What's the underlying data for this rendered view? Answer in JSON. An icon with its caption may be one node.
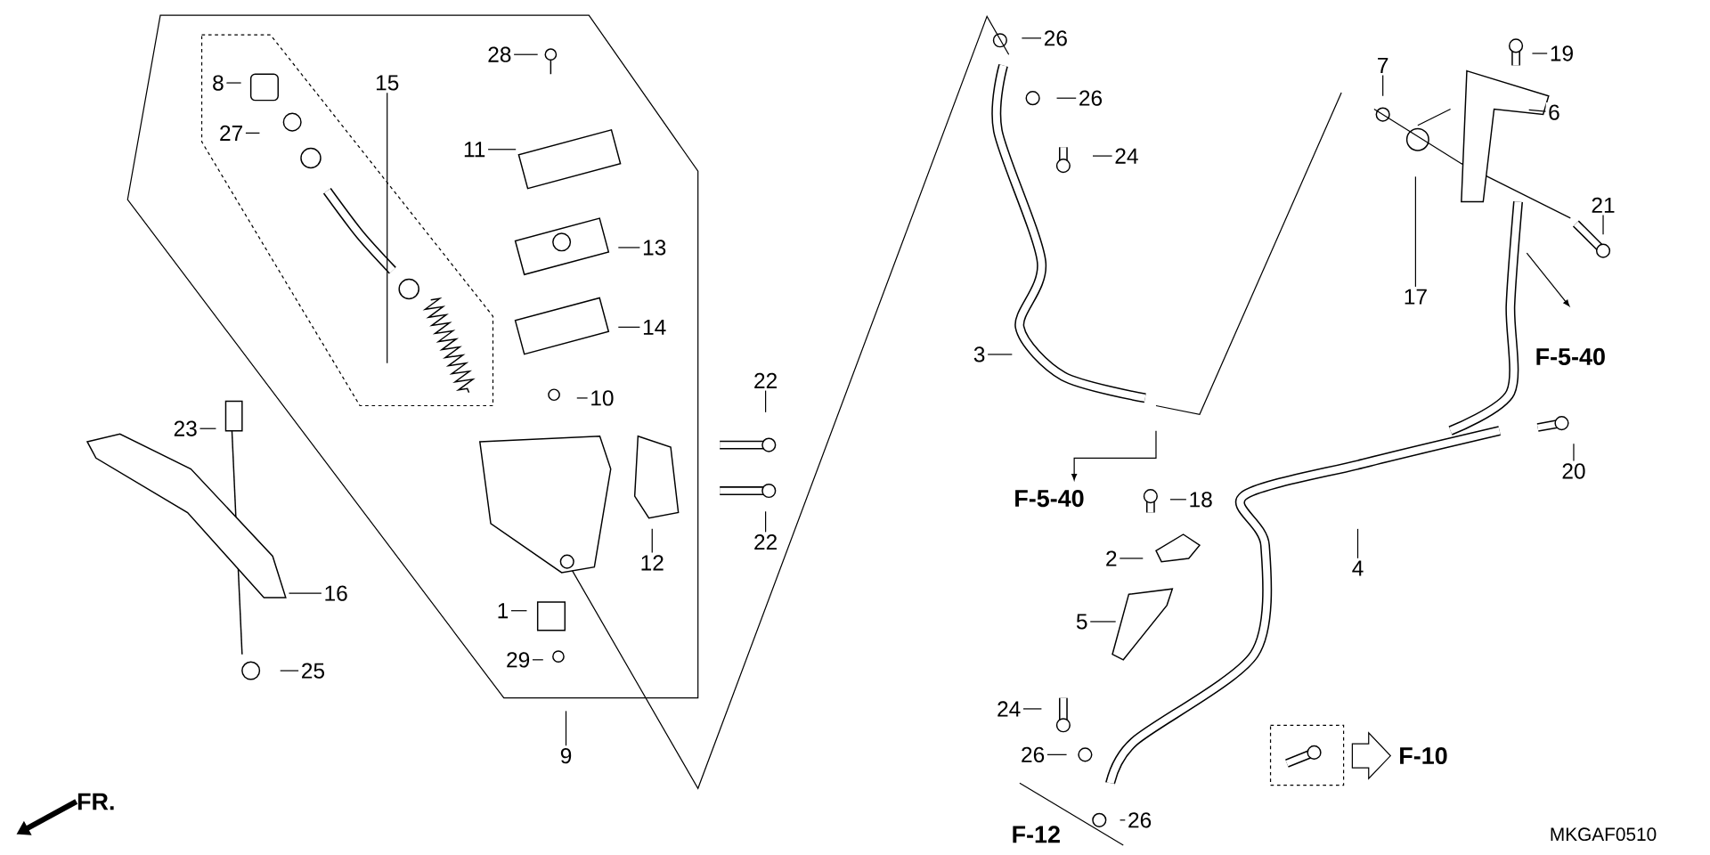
{
  "diagram": {
    "nodes": [
      {
        "text": [
          "28"
        ]
      },
      {
        "text": [
          "8"
        ]
      },
      {
        "text": [
          "15"
        ]
      },
      {
        "text": [
          "27"
        ]
      },
      {
        "text": [
          "11"
        ]
      },
      {
        "text": [
          "13"
        ]
      },
      {
        "text": [
          "14"
        ]
      },
      {
        "text": [
          "22"
        ]
      },
      {
        "text": [
          "10"
        ]
      },
      {
        "text": [
          "23"
        ]
      },
      {
        "text": [
          "22"
        ]
      },
      {
        "text": [
          "12"
        ]
      },
      {
        "text": [
          "16"
        ]
      },
      {
        "text": [
          "1"
        ]
      },
      {
        "text": [
          "29"
        ]
      },
      {
        "text": [
          "25"
        ]
      },
      {
        "text": [
          "9"
        ]
      },
      {
        "text": [
          "26"
        ]
      },
      {
        "text": [
          "19"
        ]
      },
      {
        "text": [
          "7"
        ]
      },
      {
        "text": [
          "26"
        ]
      },
      {
        "text": [
          "6"
        ]
      },
      {
        "text": [
          "24"
        ]
      },
      {
        "text": [
          "21"
        ]
      },
      {
        "text": [
          "17"
        ]
      },
      {
        "text": [
          "3"
        ]
      },
      {
        "text": [
          "20"
        ]
      },
      {
        "text": [
          "18"
        ]
      },
      {
        "text": [
          "2"
        ]
      },
      {
        "text": [
          "4"
        ]
      },
      {
        "text": [
          "5"
        ]
      },
      {
        "text": [
          "24"
        ]
      },
      {
        "text": [
          "26"
        ]
      },
      {
        "text": [
          "26"
        ]
      }
    ],
    "edges": [
      {
        "from": 0,
        "to": null,
        "arrow": "none"
      },
      {
        "from": 1,
        "to": null,
        "arrow": "none"
      },
      {
        "from": 2,
        "to": null,
        "arrow": "none"
      },
      {
        "from": 3,
        "to": null,
        "arrow": "none"
      },
      {
        "from": 4,
        "to": null,
        "arrow": "none"
      },
      {
        "from": 5,
        "to": null,
        "arrow": "none"
      },
      {
        "from": 6,
        "to": null,
        "arrow": "none"
      },
      {
        "from": 7,
        "to": null,
        "arrow": "none"
      },
      {
        "from": 8,
        "to": null,
        "arrow": "none"
      },
      {
        "from": 9,
        "to": null,
        "arrow": "none"
      },
      {
        "from": 10,
        "to": null,
        "arrow": "none"
      },
      {
        "from": 11,
        "to": null,
        "arrow": "none"
      },
      {
        "from": 12,
        "to": null,
        "arrow": "none"
      },
      {
        "from": 13,
        "to": null,
        "arrow": "none"
      },
      {
        "from": 14,
        "to": null,
        "arrow": "none"
      },
      {
        "from": 15,
        "to": null,
        "arrow": "none"
      },
      {
        "from": 16,
        "to": null,
        "arrow": "none"
      },
      {
        "from": 17,
        "to": null,
        "arrow": "none"
      },
      {
        "from": 18,
        "to": null,
        "arrow": "none"
      },
      {
        "from": 19,
        "to": null,
        "arrow": "none"
      },
      {
        "from": 20,
        "to": null,
        "arrow": "none"
      },
      {
        "from": 21,
        "to": null,
        "arrow": "none"
      },
      {
        "from": 22,
        "to": null,
        "arrow": "none"
      },
      {
        "from": 23,
        "to": null,
        "arrow": "none"
      },
      {
        "from": 24,
        "to": null,
        "arrow": "none"
      },
      {
        "from": 25,
        "to": null,
        "arrow": "none"
      },
      {
        "from": 26,
        "to": null,
        "arrow": "none"
      },
      {
        "from": 27,
        "to": null,
        "arrow": "none"
      },
      {
        "from": 28,
        "to": null,
        "arrow": "none"
      },
      {
        "from": 29,
        "to": null,
        "arrow": "none"
      },
      {
        "from": 30,
        "to": null,
        "arrow": "none"
      },
      {
        "from": 31,
        "to": null,
        "arrow": "none"
      },
      {
        "from": 32,
        "to": null,
        "arrow": "none"
      },
      {
        "from": 33,
        "to": null,
        "arrow": "none"
      }
    ],
    "labels": [
      "F-5-40",
      "F-5-40",
      "F-10",
      "FR.",
      "F-12",
      "MKGAF0510"
    ]
  }
}
